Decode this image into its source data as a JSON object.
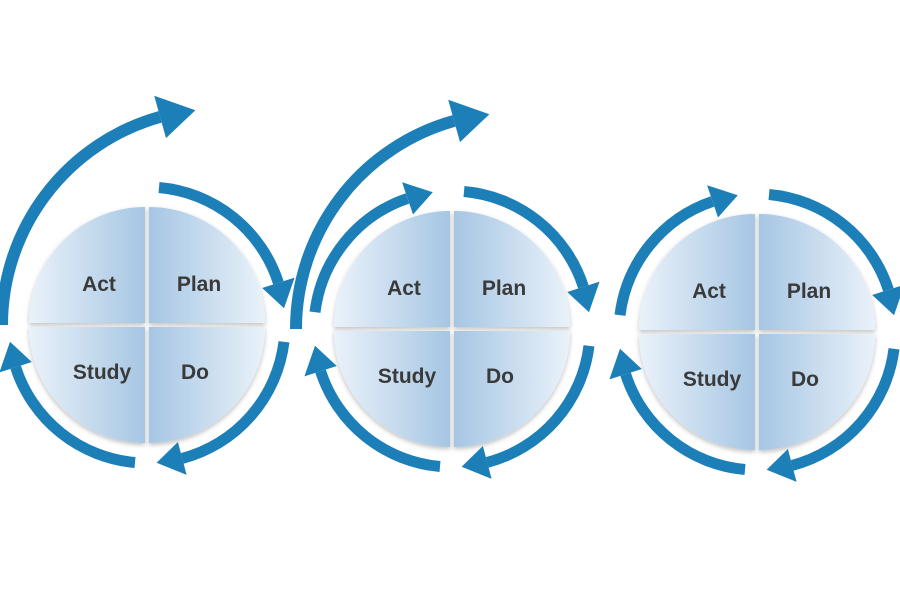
{
  "colors": {
    "arrow": "#1d7fb7",
    "quadrant_light": "#e9f1f9",
    "quadrant_dark": "#9bbfdf",
    "quadrant_divider": "#ffffff",
    "label": "#3a3a3a"
  },
  "cycles": [
    {
      "act": "Act",
      "plan": "Plan",
      "study": "Study",
      "do": "Do"
    },
    {
      "act": "Act",
      "plan": "Plan",
      "study": "Study",
      "do": "Do"
    },
    {
      "act": "Act",
      "plan": "Plan",
      "study": "Study",
      "do": "Do"
    }
  ]
}
